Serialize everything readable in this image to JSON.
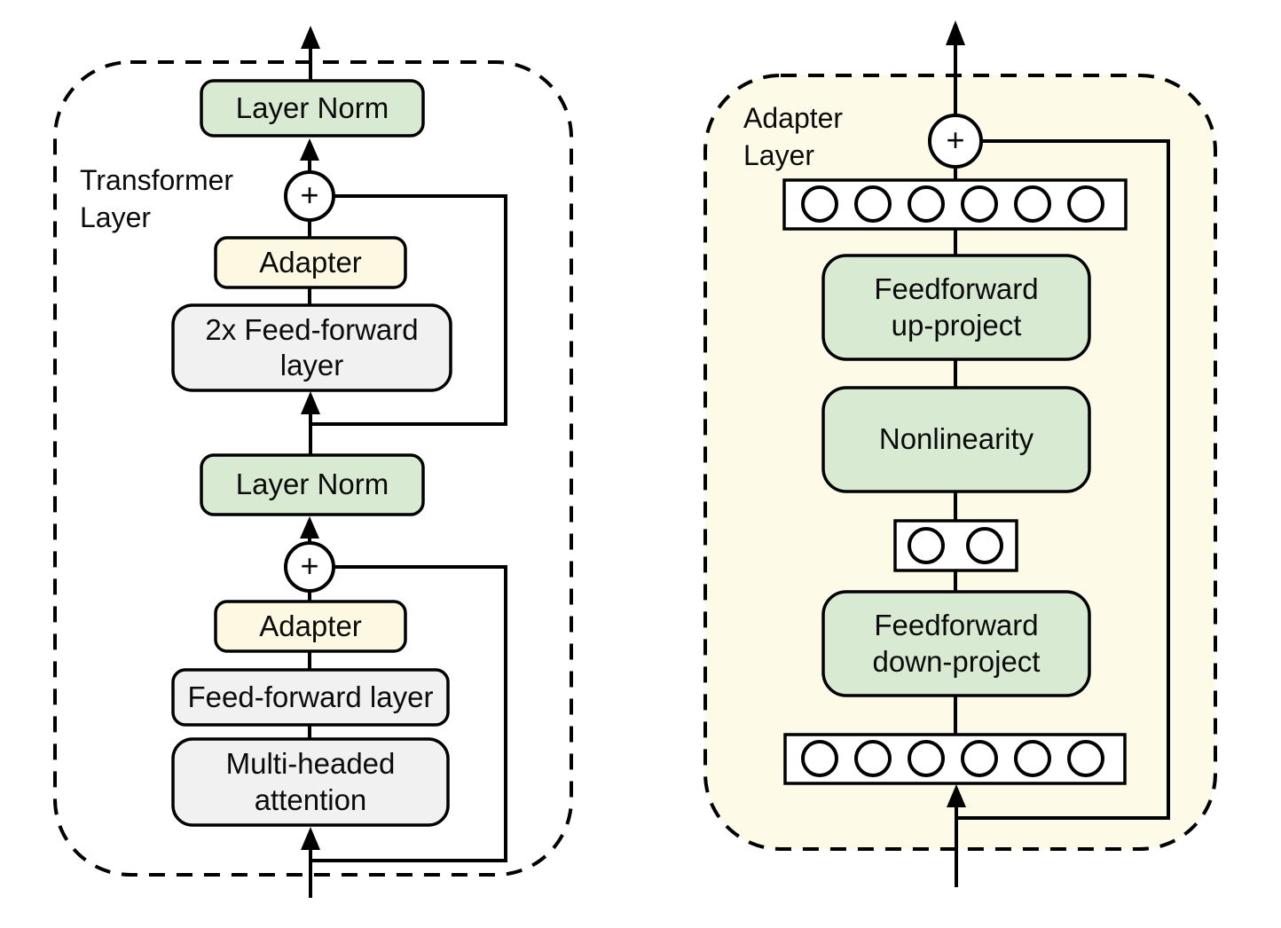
{
  "left_panel": {
    "container_label": {
      "line1": "Transformer",
      "line2": "Layer"
    },
    "layer_norm_top": "Layer Norm",
    "plus_top": "+",
    "adapter_top": "Adapter",
    "ff2x": {
      "line1": "2x Feed-forward",
      "line2": "layer"
    },
    "layer_norm_mid": "Layer Norm",
    "plus_bottom": "+",
    "adapter_bottom": "Adapter",
    "feed_forward": "Feed-forward layer",
    "mha": {
      "line1": "Multi-headed",
      "line2": "attention"
    }
  },
  "right_panel": {
    "container_label": {
      "line1": "Adapter",
      "line2": "Layer"
    },
    "plus": "+",
    "up_project": {
      "line1": "Feedforward",
      "line2": "up-project"
    },
    "nonlinearity": "Nonlinearity",
    "down_project": {
      "line1": "Feedforward",
      "line2": "down-project"
    }
  },
  "colors": {
    "green": "#d9ead3",
    "cream": "#fdf8e1",
    "panel_cream": "#fdfae8",
    "gray": "#f1f1f1",
    "stroke": "#000000"
  }
}
